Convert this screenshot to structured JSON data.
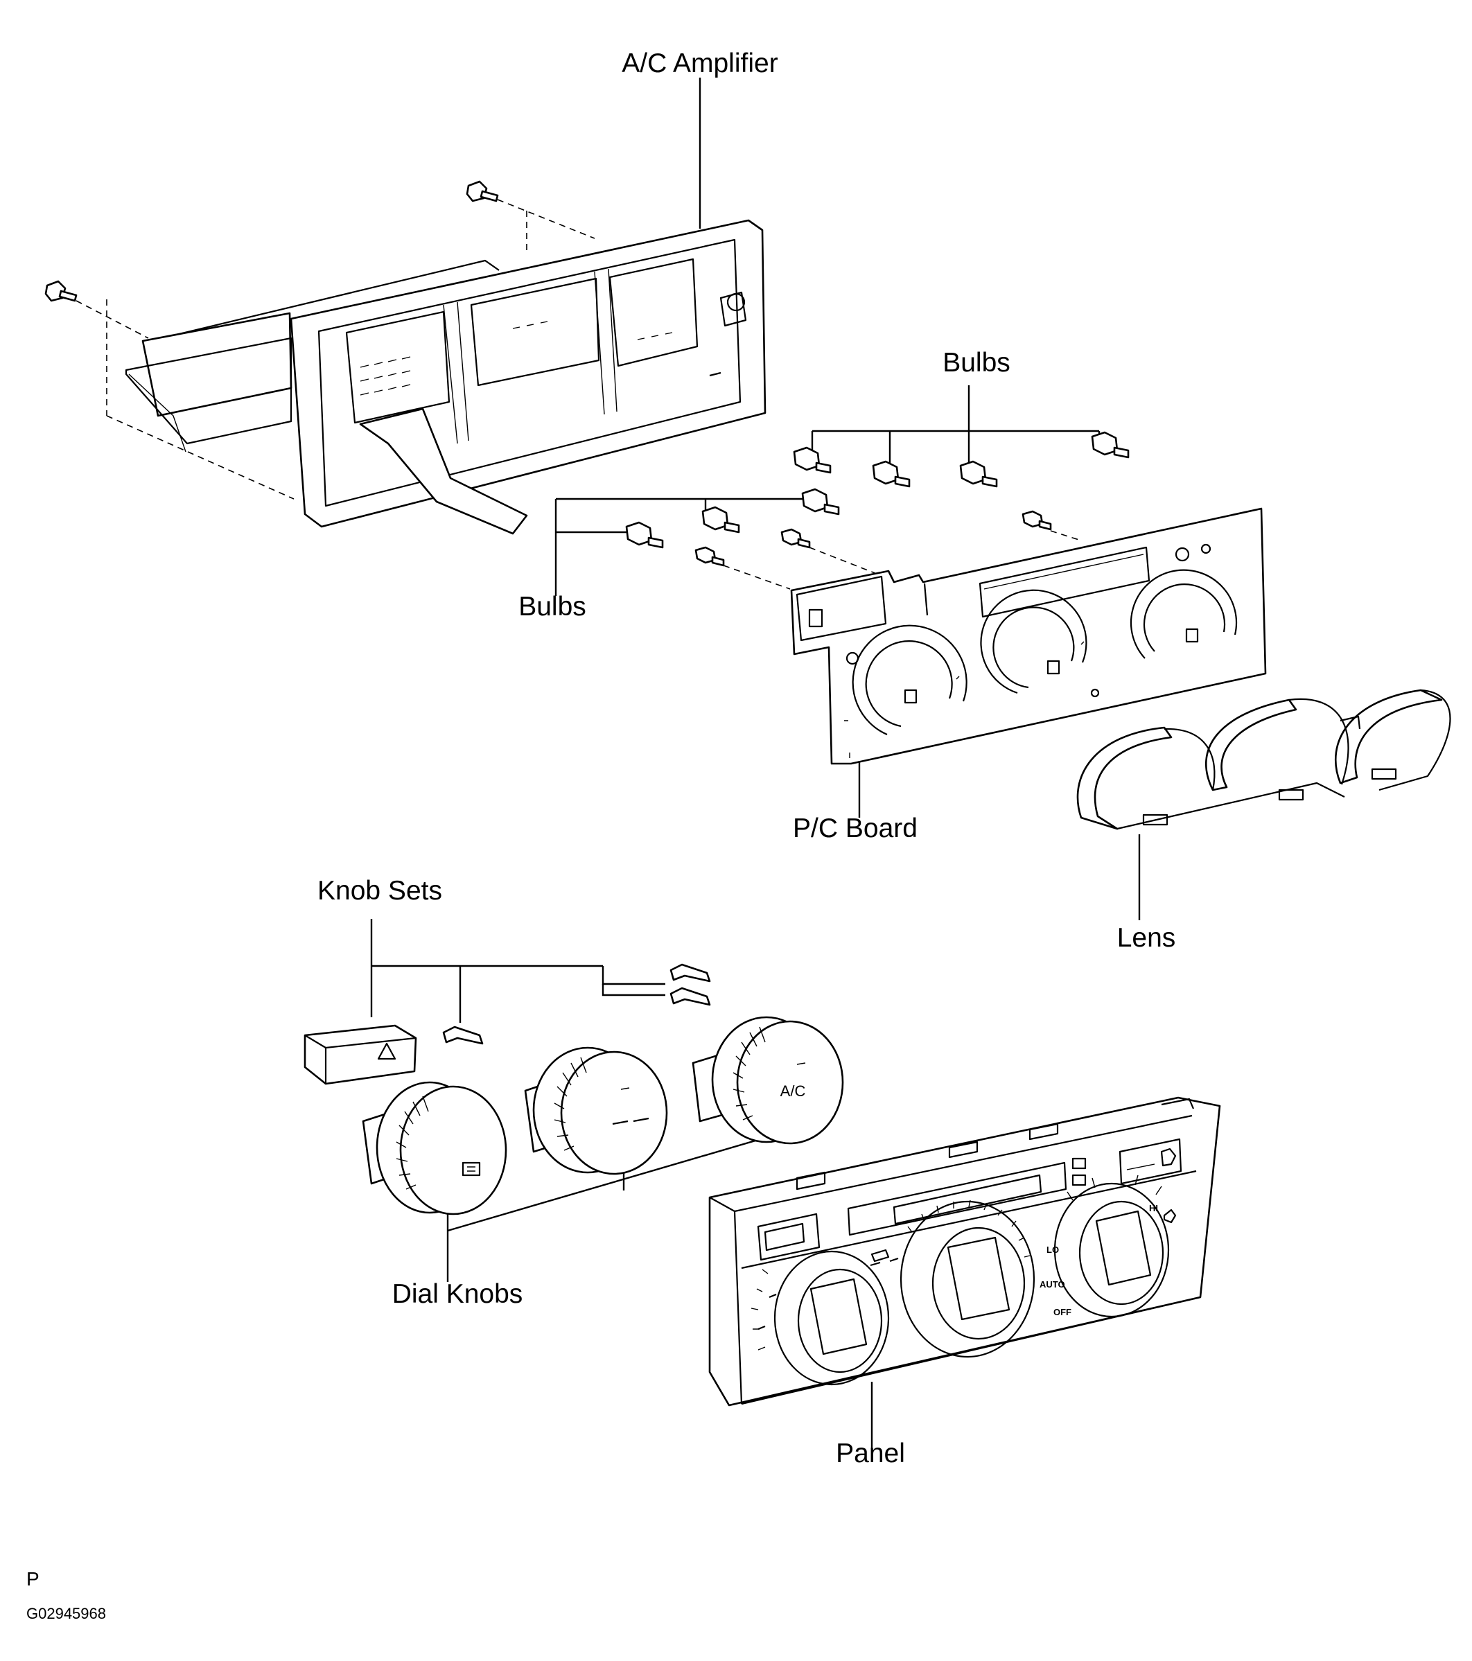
{
  "labels": {
    "ac_amplifier": "A/C Amplifier",
    "bulbs_top": "Bulbs",
    "bulbs_left": "Bulbs",
    "pc_board": "P/C Board",
    "lens": "Lens",
    "knob_sets": "Knob Sets",
    "dial_knobs": "Dial Knobs",
    "panel": "Panel"
  },
  "knob_text": {
    "ac": "A/C"
  },
  "panel_text": {
    "lo": "LO",
    "auto": "AUTO",
    "off": "OFF",
    "hi": "HI"
  },
  "footer": {
    "mark": "P",
    "code": "G02945968"
  }
}
